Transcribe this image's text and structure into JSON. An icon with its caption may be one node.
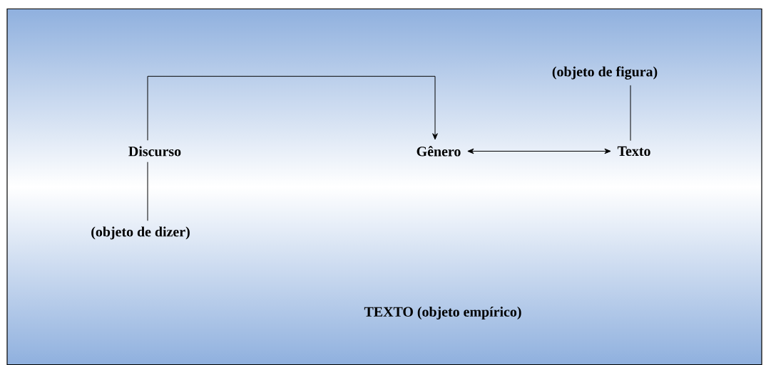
{
  "diagram": {
    "nodes": [
      {
        "text": [
          "TEXTO (objeto empírico)"
        ]
      },
      {
        "text": [
          "Discurso"
        ],
        "in": 0
      },
      {
        "text": [
          "Gênero"
        ],
        "in": 0
      },
      {
        "text": [
          "Texto"
        ],
        "in": 0
      },
      {
        "text": [
          "(objeto de figura)"
        ],
        "in": 0
      },
      {
        "text": [
          "(objeto de dizer)"
        ],
        "in": 0
      }
    ],
    "edges": [
      {
        "from": 1,
        "to": 2,
        "arrow": "to"
      },
      {
        "from": 2,
        "to": 3,
        "arrow": "both"
      },
      {
        "from": 4,
        "to": 3,
        "arrow": "none"
      },
      {
        "from": 1,
        "to": 5,
        "arrow": "none"
      }
    ]
  }
}
